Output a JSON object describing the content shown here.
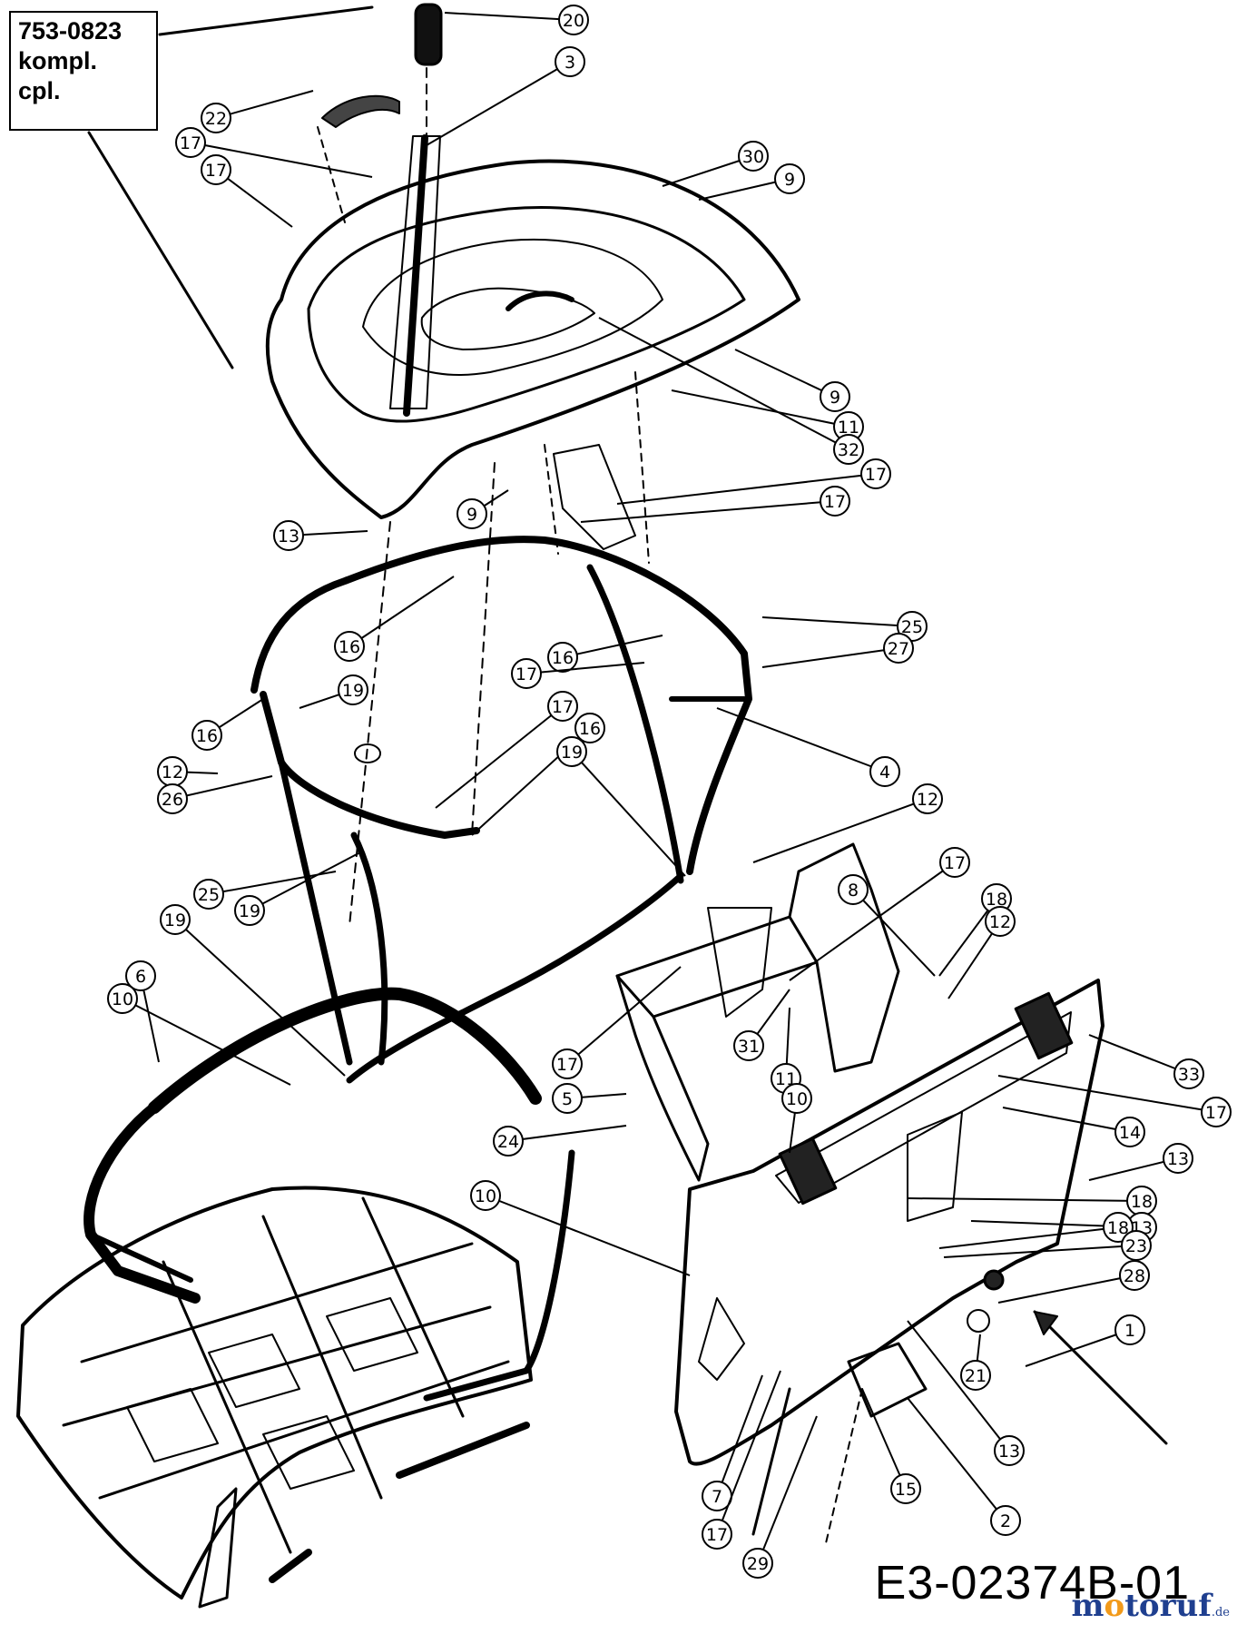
{
  "part_box": {
    "number": "753-0823",
    "line2": "kompl.",
    "line3": "cpl."
  },
  "reference_code": "E3-02374B-01",
  "watermark": {
    "brand_start": "m",
    "brand_o": "o",
    "brand_end": "toruf",
    "suffix": ".de"
  },
  "callouts": [
    "20",
    "3",
    "22",
    "17",
    "17",
    "30",
    "9",
    "9",
    "11",
    "32",
    "17",
    "17",
    "13",
    "9",
    "16",
    "16",
    "25",
    "27",
    "17",
    "19",
    "17",
    "16",
    "16",
    "12",
    "26",
    "19",
    "4",
    "12",
    "25",
    "19",
    "19",
    "17",
    "18",
    "8",
    "12",
    "6",
    "10",
    "17",
    "31",
    "11",
    "5",
    "33",
    "17",
    "10",
    "24",
    "14",
    "13",
    "18",
    "13",
    "10",
    "18",
    "23",
    "28",
    "1",
    "21",
    "13",
    "7",
    "15",
    "2",
    "17",
    "29"
  ]
}
